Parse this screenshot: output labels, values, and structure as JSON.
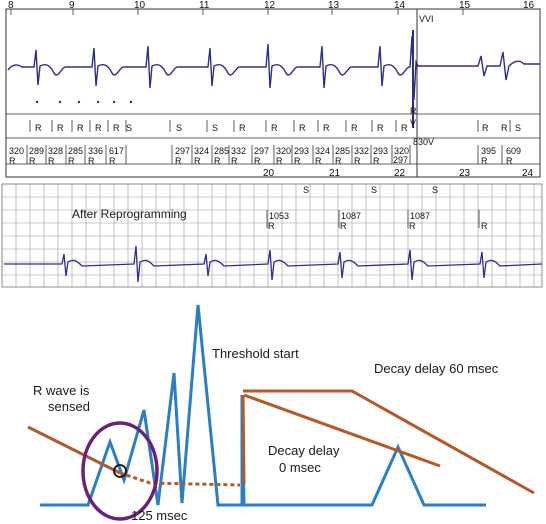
{
  "strip1": {
    "top_ticks": [
      "8",
      "9",
      "10",
      "11",
      "12",
      "13",
      "14",
      "15",
      "16"
    ],
    "mode": "VVI",
    "markers": [
      "R",
      "R",
      "R",
      "R",
      "R",
      "S",
      "S",
      "S",
      "R",
      "R",
      "R",
      "R",
      "R",
      "R",
      "R",
      "R",
      "R",
      "S"
    ],
    "intervals": [
      "320",
      "289",
      "328",
      "285",
      "336",
      "617",
      "297",
      "324",
      "285",
      "332",
      "297",
      "320",
      "293",
      "324",
      "285",
      "332",
      "293",
      "320",
      "297",
      "395",
      "609"
    ],
    "bottom_ticks": [
      "20",
      "21",
      "22",
      "23",
      "24"
    ],
    "event_label": "830V",
    "event_marker": "R",
    "event_marker2": "V"
  },
  "strip2": {
    "title": "After Reprogramming",
    "markers": [
      "S",
      "S",
      "S"
    ],
    "intervals": [
      "1053",
      "1087",
      "1087"
    ],
    "interval_markers": [
      "R",
      "R",
      "R",
      "R"
    ]
  },
  "diagram": {
    "threshold_start": "Threshold start",
    "decay60": "Decay delay 60 msec",
    "r_wave_1": "R wave is",
    "r_wave_2": "sensed",
    "decay0_1": "Decay delay",
    "decay0_2": "0 msec",
    "ms125": "125 msec",
    "colors": {
      "ecg": "#2e2e8a",
      "signal": "#2a7fc4",
      "threshold": "#b5592a",
      "circle": "#6b1e7a"
    }
  }
}
